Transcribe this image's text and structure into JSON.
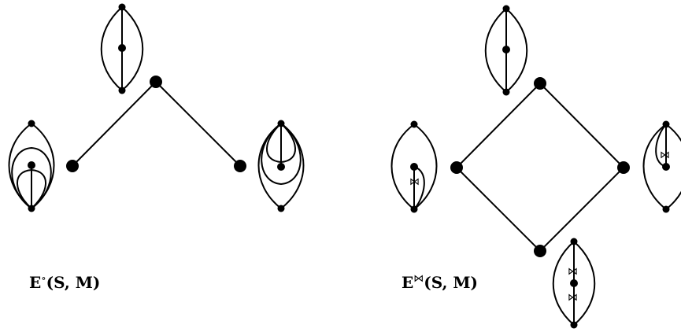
{
  "left_label": {
    "E": "E",
    "sup": "∘",
    "args": "(S, M)"
  },
  "right_label": {
    "E": "E",
    "sup": "⋈",
    "args": "(S, M)"
  },
  "tag_symbol": "⋈"
}
